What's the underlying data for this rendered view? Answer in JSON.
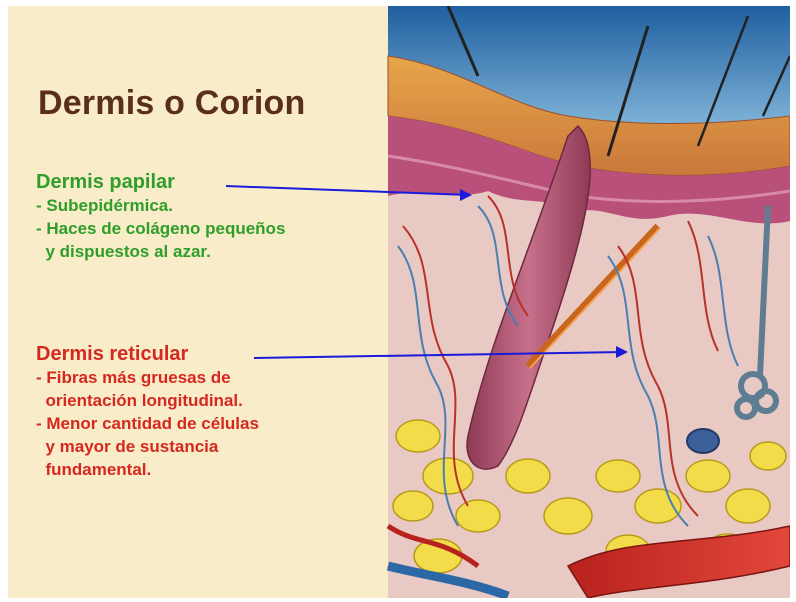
{
  "title": "Dermis o Corion",
  "papilar": {
    "heading": "Dermis papilar",
    "lines": [
      "- Subepidérmica.",
      "- Haces de colágeno pequeños",
      "  y dispuestos al azar."
    ]
  },
  "reticular": {
    "heading": "Dermis reticular",
    "lines": [
      "- Fibras más gruesas de",
      "  orientación longitudinal.",
      "- Menor cantidad de células",
      "  y mayor de sustancia",
      "  fundamental."
    ]
  },
  "colors": {
    "background": "#f9ecc9",
    "title": "#5a2e1c",
    "papilar": "#2f9e2a",
    "reticular": "#d6281f",
    "arrow": "#1a1adb"
  }
}
